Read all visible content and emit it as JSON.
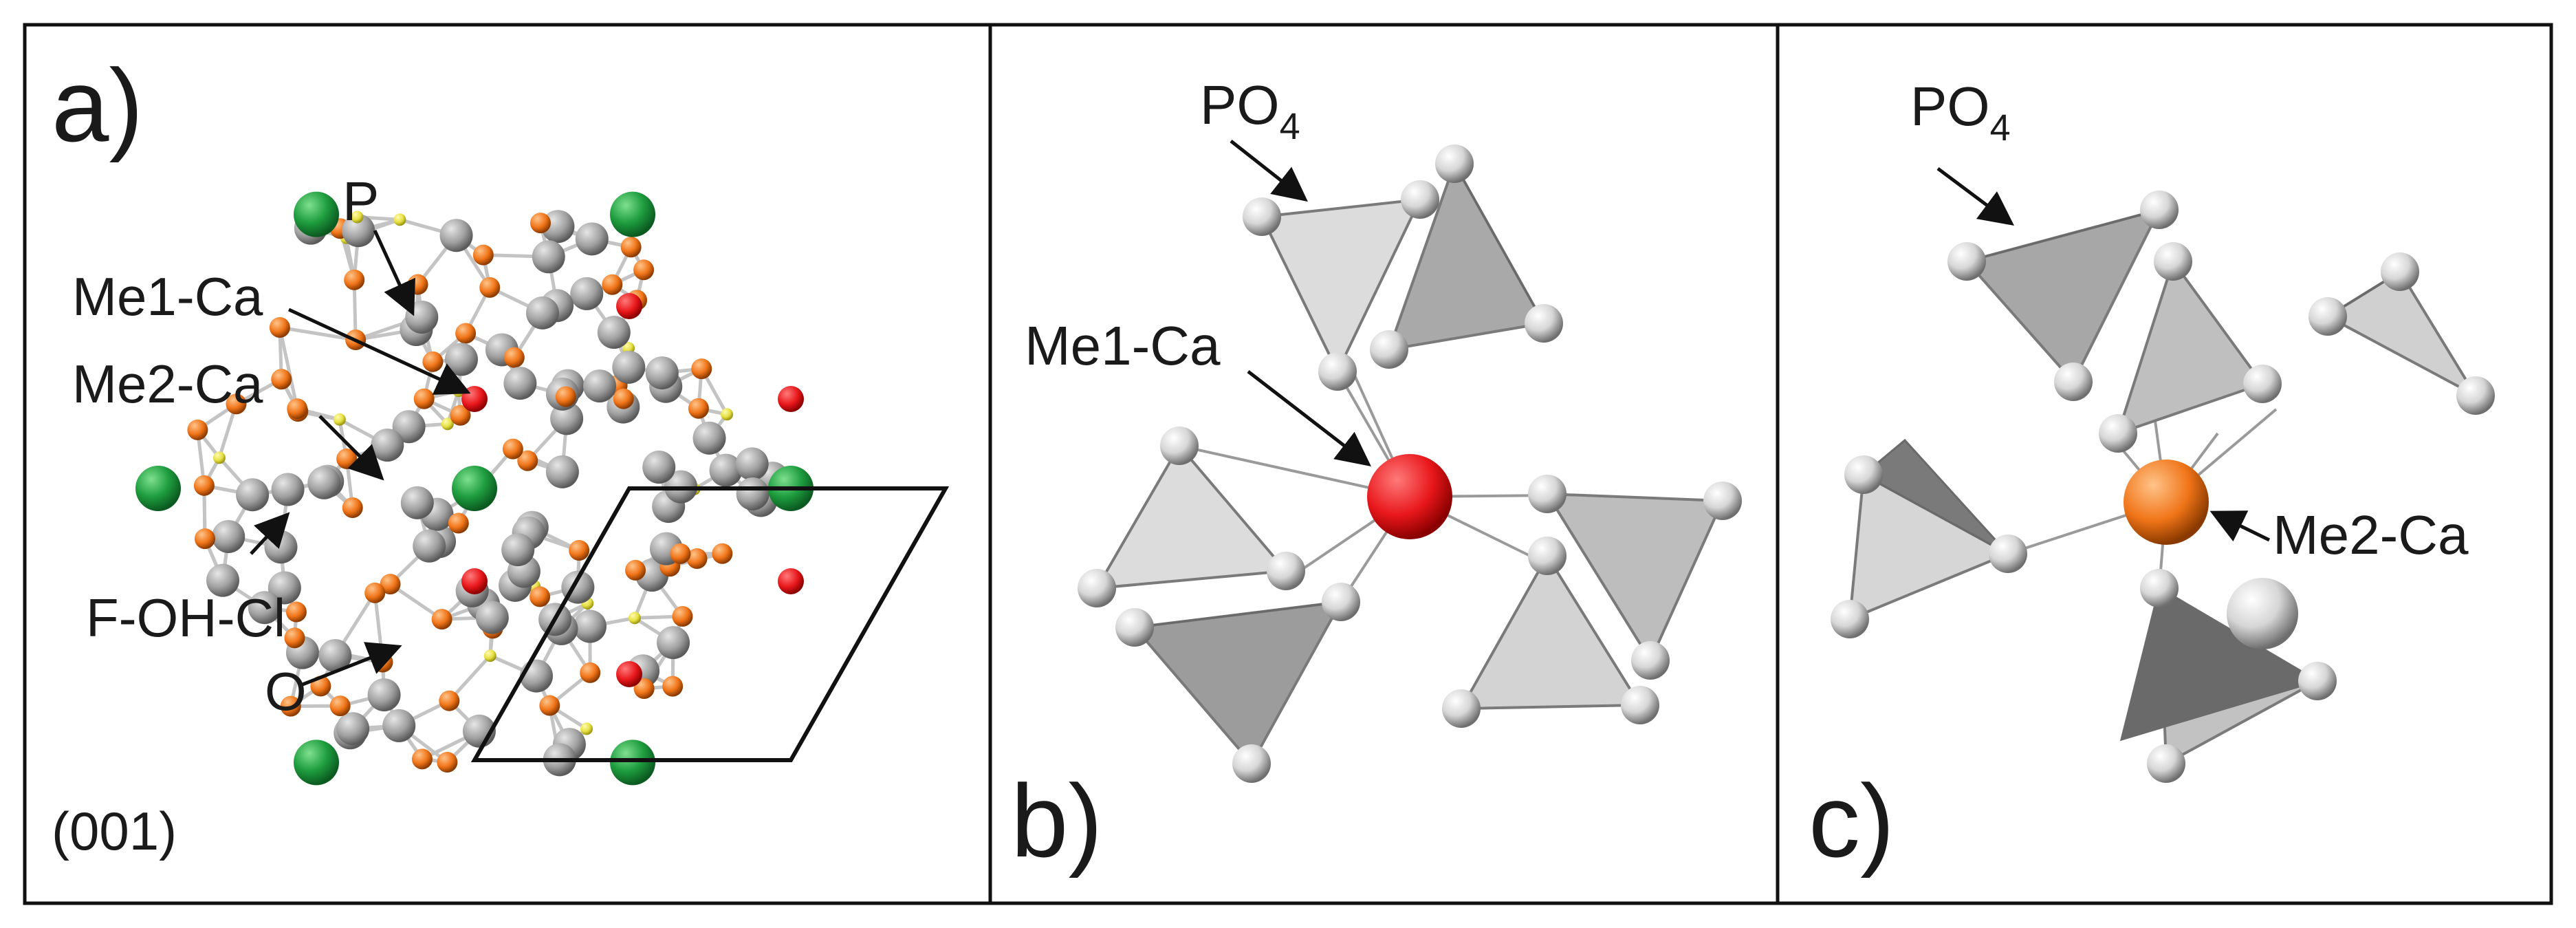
{
  "panels": {
    "a": {
      "letter": "a)",
      "miller_index": "(001)",
      "labels": {
        "P": "P",
        "Me1": "Me1-Ca",
        "Me2": "Me2-Ca",
        "F": "F-OH-Cl",
        "O": "O"
      }
    },
    "b": {
      "letter": "b)",
      "labels": {
        "PO": "PO",
        "PO_sub": "4",
        "Me1": "Me1-Ca"
      }
    },
    "c": {
      "letter": "c)",
      "labels": {
        "PO": "PO",
        "PO_sub": "4",
        "Me2": "Me2-Ca"
      }
    }
  },
  "colors": {
    "F_OH_Cl": "#1f9e3f",
    "Me1_Ca": "#e8171b",
    "Me2_Ca": "#f07418",
    "P": "#f07418",
    "O": "#a8a8a8",
    "small_atom": "#e6e043",
    "tetra_light": "#d9d9d9",
    "tetra_dark": "#8f8f8f"
  }
}
